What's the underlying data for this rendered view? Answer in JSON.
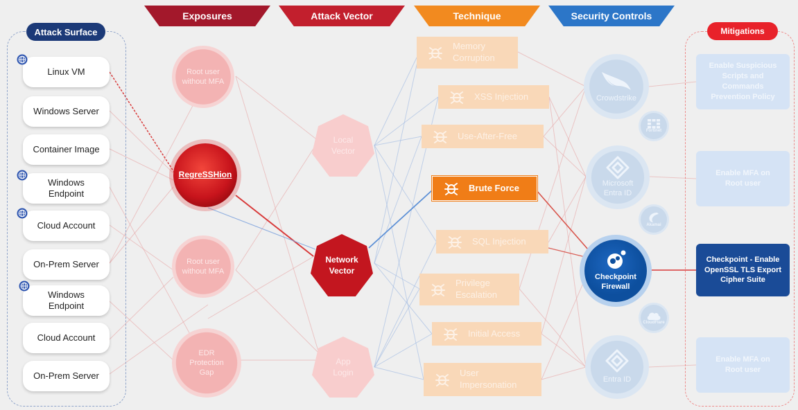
{
  "headers": {
    "exposures": "Exposures",
    "attack_vector": "Attack Vector",
    "technique": "Technique",
    "security_controls": "Security Controls"
  },
  "attack_surface": {
    "title": "Attack Surface",
    "assets": [
      {
        "label": "Linux VM",
        "globe": true
      },
      {
        "label": "Windows Server",
        "globe": false
      },
      {
        "label": "Container Image",
        "globe": false
      },
      {
        "label": "Windows Endpoint",
        "globe": true
      },
      {
        "label": "Cloud Account",
        "globe": true
      },
      {
        "label": "On-Prem Server",
        "globe": false
      },
      {
        "label": "Windows Endpoint",
        "globe": true
      },
      {
        "label": "Cloud Account",
        "globe": false
      },
      {
        "label": "On-Prem Server",
        "globe": false
      }
    ]
  },
  "exposures": [
    {
      "label": "Root user without MFA",
      "state": "faded"
    },
    {
      "label": "RegreSSHion",
      "state": "active"
    },
    {
      "label": "Root user without MFA",
      "state": "faded"
    },
    {
      "label": "EDR Protection Gap",
      "state": "faded"
    }
  ],
  "attack_vectors": [
    {
      "label": "Local Vector",
      "state": "faded"
    },
    {
      "label": "Network Vector",
      "state": "active"
    },
    {
      "label": "App Login",
      "state": "faded"
    }
  ],
  "techniques": [
    {
      "label": "Memory Corruption",
      "state": "faded"
    },
    {
      "label": "XSS Injection",
      "state": "faded"
    },
    {
      "label": "Use-After-Free",
      "state": "faded"
    },
    {
      "label": "Brute Force",
      "state": "active"
    },
    {
      "label": "SQL Injection",
      "state": "faded"
    },
    {
      "label": "Privilege Escalation",
      "state": "faded"
    },
    {
      "label": "Initial Access",
      "state": "faded"
    },
    {
      "label": "User Impersonation",
      "state": "faded"
    }
  ],
  "security_controls": [
    {
      "label": "Crowdstrike",
      "icon": "falcon-icon",
      "state": "faded"
    },
    {
      "label": "Microsoft Entra ID",
      "icon": "entra-diamond-icon",
      "state": "faded"
    },
    {
      "label": "Checkpoint Firewall",
      "icon": "checkpoint-logo-icon",
      "state": "active"
    },
    {
      "label": "Entra ID",
      "icon": "entra-diamond-icon",
      "state": "faded"
    }
  ],
  "vendors": [
    {
      "label": "Fortinet",
      "icon": "fortinet-grid-icon"
    },
    {
      "label": "Akamai",
      "icon": "akamai-swoosh-icon"
    },
    {
      "label": "CloudFlare",
      "icon": "cloud-icon"
    }
  ],
  "mitigations": {
    "title": "Mitigations",
    "items": [
      {
        "label": "Enable Suspicious Scripts and Commands Prevention Policy",
        "state": "faded"
      },
      {
        "label": "Enable MFA on Root user",
        "state": "faded"
      },
      {
        "label": "Checkpoint - Enable OpenSSL TLS Export Cipher Suite",
        "state": "active"
      },
      {
        "label": "Enable MFA on Root user",
        "state": "faded"
      }
    ]
  },
  "colors": {
    "background": "#efefef",
    "exposure_active": "#c8141c",
    "technique_active": "#f07d17",
    "control_active": "#0d4f9e",
    "mitigation_active": "#1a4b97",
    "attack_surface_label": "#1c3a78",
    "mitigations_label": "#e8222a",
    "highlight_path_red": "#d83a3a",
    "highlight_path_blue": "#5b8fd6"
  }
}
